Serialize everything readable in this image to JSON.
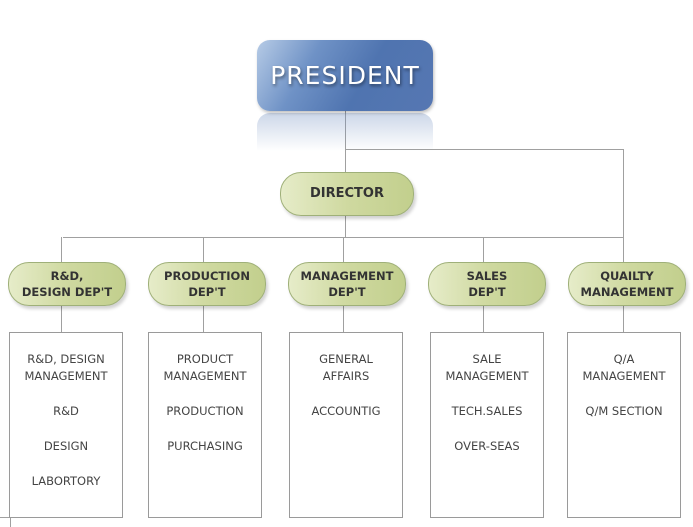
{
  "president": {
    "label": "PRESIDENT"
  },
  "director": {
    "label": "DIRECTOR"
  },
  "departments": [
    {
      "line1": "R&D,",
      "line2": "DESIGN DEP'T",
      "items": [
        [
          "R&D, DESIGN",
          "MANAGEMENT"
        ],
        [
          "R&D"
        ],
        [
          "DESIGN"
        ],
        [
          "LABORTORY"
        ]
      ]
    },
    {
      "line1": "PRODUCTION",
      "line2": "DEP'T",
      "items": [
        [
          "PRODUCT",
          "MANAGEMENT"
        ],
        [
          "PRODUCTION"
        ],
        [
          "PURCHASING"
        ]
      ]
    },
    {
      "line1": "MANAGEMENT",
      "line2": "DEP'T",
      "items": [
        [
          "GENERAL",
          "AFFAIRS"
        ],
        [
          "ACCOUNTIG"
        ]
      ]
    },
    {
      "line1": "SALES",
      "line2": "DEP'T",
      "items": [
        [
          "SALE",
          "MANAGEMENT"
        ],
        [
          "TECH.SALES"
        ],
        [
          "OVER-SEAS"
        ]
      ]
    },
    {
      "line1": "QUAILTY",
      "line2": "MANAGEMENT",
      "items": [
        [
          "Q/A",
          "MANAGEMENT"
        ],
        [
          "Q/M SECTION"
        ]
      ]
    }
  ],
  "colors": {
    "president": "#5677b2",
    "department": "#cfd9a0",
    "line": "#a0a0a0"
  }
}
